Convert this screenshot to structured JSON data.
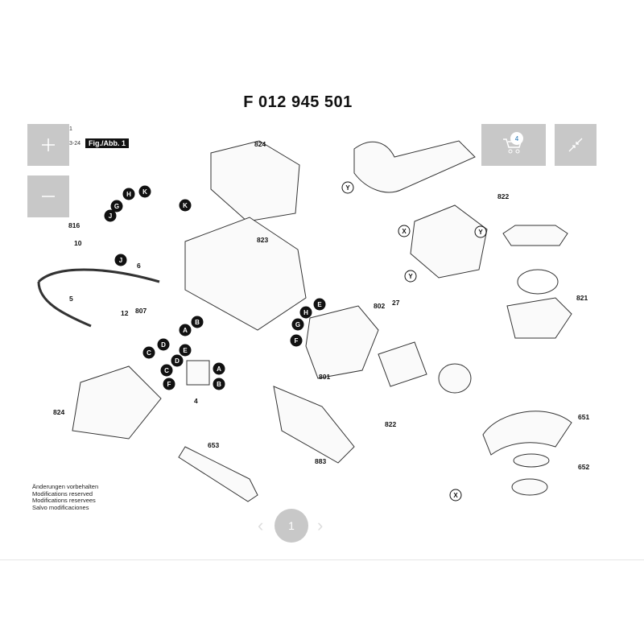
{
  "title": "F 012 945 501",
  "figure_label": "Fig./Abb. 1",
  "edge_text": [
    "1",
    "3-24"
  ],
  "toolbar": {
    "zoom_in": "+",
    "zoom_out": "—",
    "cart_count": "4",
    "icons": [
      "plus-icon",
      "minus-icon",
      "cart-icon",
      "collapse-icon"
    ]
  },
  "part_numbers": [
    "824",
    "822",
    "816",
    "10",
    "6",
    "5",
    "823",
    "802",
    "27",
    "807",
    "12",
    "801",
    "821",
    "651",
    "822",
    "883",
    "653",
    "652",
    "4",
    "824"
  ],
  "letter_markers": [
    "H",
    "K",
    "G",
    "J",
    "K",
    "J",
    "A",
    "B",
    "C",
    "D",
    "E",
    "C",
    "D",
    "A",
    "F",
    "B",
    "E",
    "H",
    "G",
    "F",
    "Y",
    "X",
    "Y",
    "Y",
    "X"
  ],
  "notes": [
    "Änderungen vorbehalten",
    "Modifications reserved",
    "Modifications reservees",
    "Salvo modificaciones"
  ],
  "pagination": {
    "current": "1",
    "prev": "‹",
    "next": "›"
  }
}
